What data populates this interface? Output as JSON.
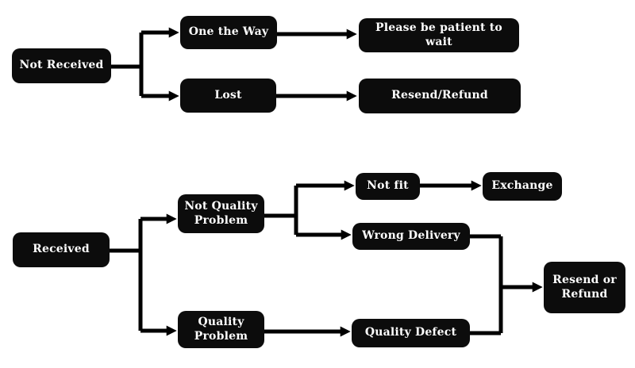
{
  "style": {
    "node_bg": "#0c0c0c",
    "node_text": "#ffffff",
    "line_color": "#000000",
    "page_bg": "#ffffff"
  },
  "flow_not_received": {
    "root": "Not Received",
    "on_the_way": "One the Way",
    "on_the_way_action": "Please be patient to wait",
    "lost": "Lost",
    "lost_action": "Resend/Refund"
  },
  "flow_received": {
    "root": "Received",
    "not_quality_problem": "Not Quality Problem",
    "not_fit": "Not fit",
    "not_fit_action": "Exchange",
    "wrong_delivery": "Wrong Delivery",
    "quality_problem": "Quality Problem",
    "quality_defect": "Quality Defect",
    "merged_action": "Resend or Refund"
  }
}
